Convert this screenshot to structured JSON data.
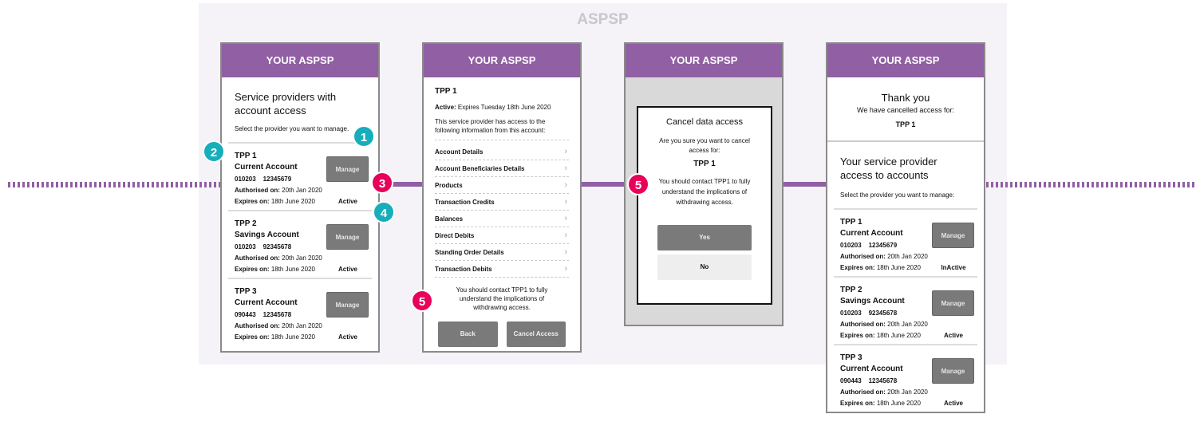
{
  "diagram_title": "ASPSP",
  "colors": {
    "purple": "#915fa3",
    "teal": "#17aebb",
    "pink": "#e8005a",
    "button": "#7a7a7a"
  },
  "header_label": "YOUR ASPSP",
  "screen1": {
    "heading": "Service providers with account access",
    "instruction": "Select the provider you want to manage.",
    "providers": [
      {
        "name": "TPP 1",
        "account": "Current Account",
        "numbers": "010203    12345679",
        "auth_label": "Authorised on:",
        "auth": "20th Jan 2020",
        "exp_label": "Expires on:",
        "exp": "18th June 2020",
        "status": "Active",
        "button": "Manage"
      },
      {
        "name": "TPP 2",
        "account": "Savings Account",
        "numbers": "010203    92345678",
        "auth_label": "Authorised on:",
        "auth": "20th Jan 2020",
        "exp_label": "Expires on:",
        "exp": "18th June 2020",
        "status": "Active",
        "button": "Manage"
      },
      {
        "name": "TPP 3",
        "account": "Current Account",
        "numbers": "090443    12345678",
        "auth_label": "Authorised on:",
        "auth": "20th Jan 2020",
        "exp_label": "Expires on:",
        "exp": "18th June 2020",
        "status": "Active",
        "button": "Manage"
      }
    ]
  },
  "screen2": {
    "title": "TPP 1",
    "active_label": "Active:",
    "active": "Expires Tuesday 18th June 2020",
    "intro": "This service provider has access to the following information from this account:",
    "items": [
      "Account Details",
      "Account Beneficiaries Details",
      "Products",
      "Transaction Credits",
      "Balances",
      "Direct Debits",
      "Standing Order Details",
      "Transaction Debits"
    ],
    "warning": "You should contact TPP1 to fully understand the implications of withdrawing access.",
    "back": "Back",
    "cancel": "Cancel Access"
  },
  "screen3": {
    "title": "Cancel data access",
    "question": "Are you sure you want to cancel access for:",
    "tpp": "TPP 1",
    "warning": "You should contact TPP1 to fully understand the implications of withdrawing access.",
    "yes": "Yes",
    "no": "No"
  },
  "screen4": {
    "thanks": "Thank you",
    "cancelled": "We have cancelled access for:",
    "tpp": "TPP 1",
    "heading": "Your service provider access to accounts",
    "instruction": "Select the provider you want to manage:",
    "providers": [
      {
        "name": "TPP 1",
        "account": "Current Account",
        "numbers": "010203    12345679",
        "auth_label": "Authorised on:",
        "auth": "20th Jan 2020",
        "exp_label": "Expires on:",
        "exp": "18th June 2020",
        "status": "InActive",
        "button": "Manage"
      },
      {
        "name": "TPP 2",
        "account": "Savings Account",
        "numbers": "010203    92345678",
        "auth_label": "Authorised on:",
        "auth": "20th Jan 2020",
        "exp_label": "Expires on:",
        "exp": "18th June 2020",
        "status": "Active",
        "button": "Manage"
      },
      {
        "name": "TPP 3",
        "account": "Current Account",
        "numbers": "090443    12345678",
        "auth_label": "Authorised on:",
        "auth": "20th Jan 2020",
        "exp_label": "Expires on:",
        "exp": "18th June 2020",
        "status": "Active",
        "button": "Manage"
      }
    ]
  },
  "badges": [
    "1",
    "2",
    "3",
    "4",
    "5",
    "5"
  ]
}
